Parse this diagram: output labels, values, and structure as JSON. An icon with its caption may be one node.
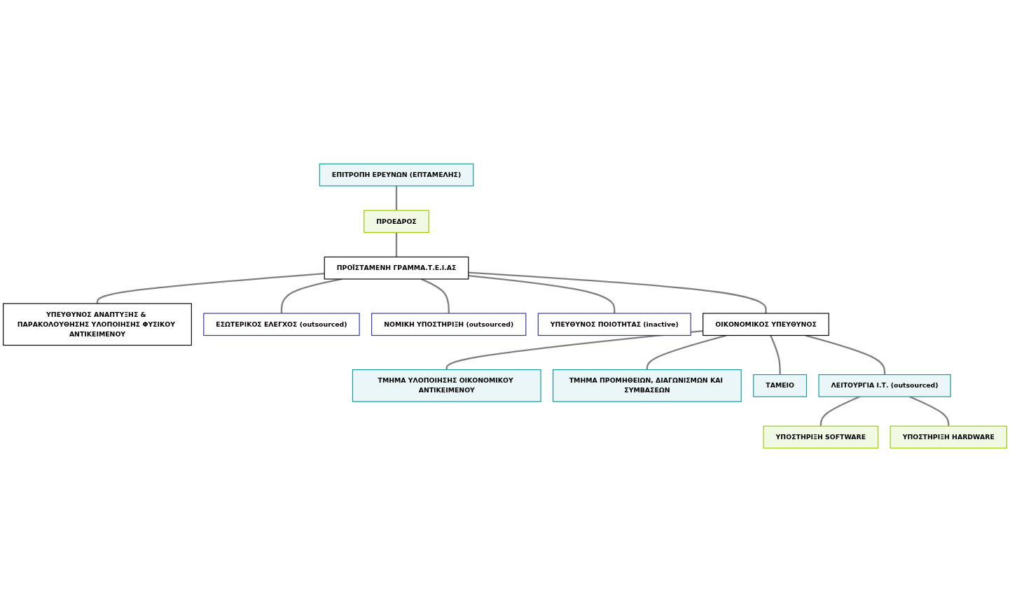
{
  "diagram": {
    "nodes": [
      {
        "text": [
          "ΕΠΙΤΡΟΠΗ ΕΡΕΥΝΩΝ (ΕΠΤΑΜΕΛΗΣ)"
        ]
      },
      {
        "text": [
          "ΠΡΟΕΔΡΟΣ"
        ]
      },
      {
        "text": [
          "ΠΡΟΪΣΤΑΜΕΝΗ ΓΡΑΜΜΑ.Τ.Ε.Ι.ΑΣ"
        ]
      },
      {
        "text": [
          "ΕΣΩΤΕΡΙΚΟΣ ΕΛΕΓΧΟΣ (outsourced)"
        ]
      },
      {
        "text": [
          "ΝΟΜΙΚΗ ΥΠΟΣΤΗΡΙΞΗ (outsourced)"
        ]
      },
      {
        "text": [
          "ΥΠΕΥΘΥΝΟΣ ΠΟΙΟΤΗΤΑΣ (inactive)"
        ]
      },
      {
        "text": [
          "ΟΙΚΟΝΟΜΙΚΟΣ ΥΠΕΥΘΥΝΟΣ"
        ]
      },
      {
        "text": [
          "ΥΠΕΥΘΥΝΟΣ ΑΝΑΠΤΥΞΗΣ & ΠΑΡΑΚΟΛΟΥΘΗΣΗΣ ΥΛΟΠΟΙΗΣΗΣ ΦΥΣΙΚΟΥ ΑΝΤΙΚΕΙΜΕΝΟΥ"
        ]
      },
      {
        "text": [
          "ΤΜΗΜΑ ΥΛΟΠΟΙΗΣΗΣ ΟΙΚΟΝΟΜΙΚΟΥ ΑΝΤΙΚΕΙΜΕΝΟΥ"
        ]
      },
      {
        "text": [
          "ΤΜΗΜΑ ΠΡΟΜΗΘΕΙΩΝ, ΔΙΑΓΩΝΙΣΜΩΝ ΚΑΙ ΣΥΜΒΑΣΕΩΝ"
        ]
      },
      {
        "text": [
          "ΤΑΜΕΙΟ"
        ]
      },
      {
        "text": [
          "ΛΕΙΤΟΥΡΓΙΑ Ι.Τ. (outsourced)"
        ]
      },
      {
        "text": [
          "ΥΠΟΣΤΗΡΙΞΗ SOFTWARE"
        ]
      },
      {
        "text": [
          "ΥΠΟΣΤΗΡΙΞΗ HARDWARE"
        ]
      }
    ],
    "edges": [
      {
        "from": 0,
        "to": 1,
        "arrow": "none"
      },
      {
        "from": 1,
        "to": 2,
        "arrow": "none"
      },
      {
        "from": 2,
        "to": 3,
        "arrow": "none"
      },
      {
        "from": 2,
        "to": 4,
        "arrow": "none"
      },
      {
        "from": 2,
        "to": 5,
        "arrow": "none"
      },
      {
        "from": 2,
        "to": 6,
        "arrow": "none"
      },
      {
        "from": 2,
        "to": 7,
        "arrow": "none"
      },
      {
        "from": 6,
        "to": 8,
        "arrow": "none"
      },
      {
        "from": 6,
        "to": 9,
        "arrow": "none"
      },
      {
        "from": 6,
        "to": 10,
        "arrow": "none"
      },
      {
        "from": 6,
        "to": 11,
        "arrow": "none"
      },
      {
        "from": 11,
        "to": 12,
        "arrow": "none"
      },
      {
        "from": 11,
        "to": 13,
        "arrow": "none"
      }
    ]
  }
}
